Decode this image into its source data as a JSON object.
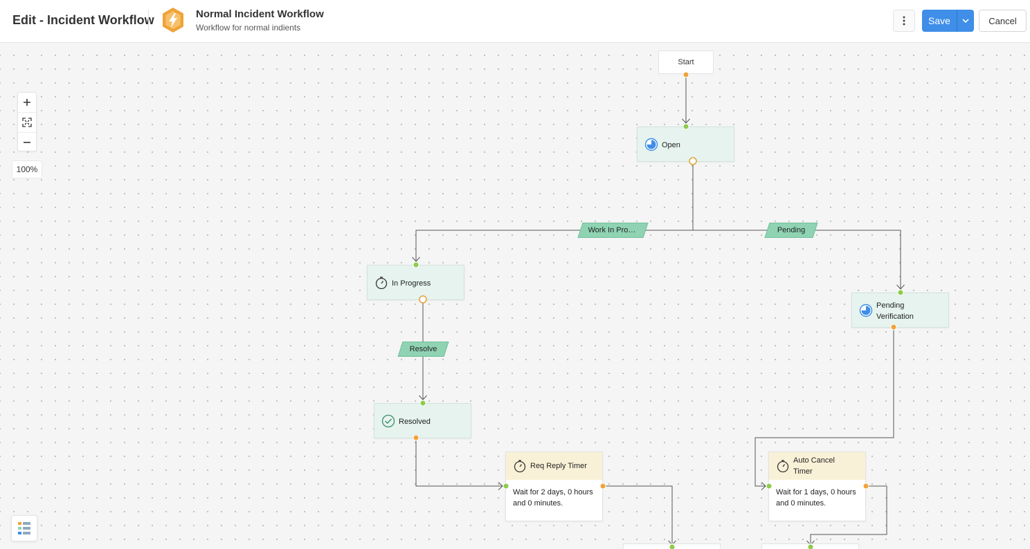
{
  "header": {
    "page_title": "Edit - Incident Workflow",
    "workflow_name": "Normal Incident Workflow",
    "workflow_description": "Workflow for normal indients",
    "save_label": "Save",
    "cancel_label": "Cancel",
    "more_icon": "vertical-ellipsis-icon",
    "save_dropdown_icon": "chevron-down-icon",
    "logo_icon": "workflow-logo-icon"
  },
  "zoom": {
    "zoom_in_icon": "plus-icon",
    "fit_icon": "fit-screen-icon",
    "zoom_out_icon": "minus-icon",
    "level": "100%"
  },
  "legend_icon": "legend-list-icon",
  "nodes": {
    "start": {
      "label": "Start"
    },
    "open": {
      "label": "Open",
      "icon": "status-open-icon"
    },
    "in_progress": {
      "label": "In Progress",
      "icon": "stopwatch-icon"
    },
    "pending_verification": {
      "label": "Pending Verification",
      "icon": "status-open-icon"
    },
    "resolved": {
      "label": "Resolved",
      "icon": "check-circle-icon"
    },
    "req_reply_timer": {
      "label": "Req Reply Timer",
      "body": "Wait for 2 days, 0 hours and 0 minutes.",
      "icon": "stopwatch-icon"
    },
    "auto_cancel_timer": {
      "label": "Auto Cancel Timer",
      "body": "Wait for 1 days, 0 hours and 0 minutes.",
      "icon": "stopwatch-icon"
    }
  },
  "transitions": {
    "work_in_progress": "Work In Progress",
    "pending": "Pending",
    "resolve": "Resolve"
  },
  "colors": {
    "primary": "#3f8ee8",
    "status_node_bg": "#e6f3ee",
    "timer_header_bg": "#f9f1d7",
    "transition_tag": "#8fd3b3",
    "port_in": "#8ccc4a",
    "port_out": "#f0a338"
  }
}
